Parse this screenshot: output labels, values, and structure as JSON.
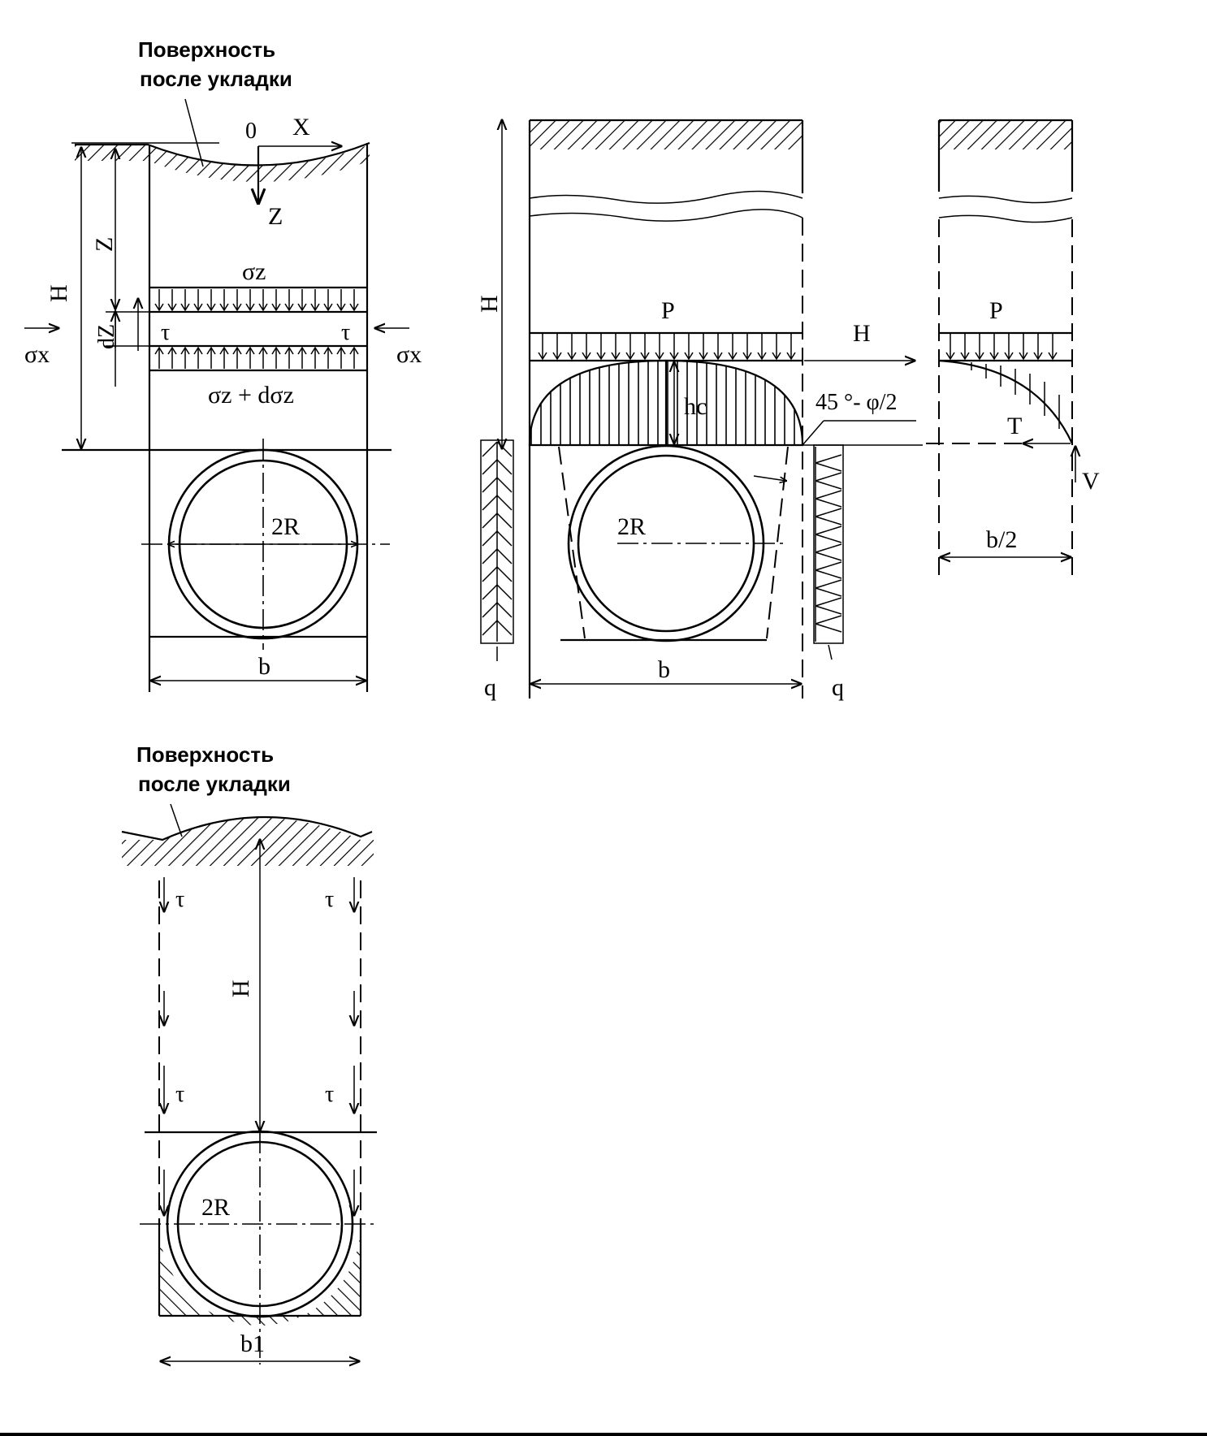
{
  "labels": {
    "surface_line1": "Поверхность",
    "surface_line2": "после укладки",
    "origin": "0",
    "axis_x": "X",
    "axis_z": "Z",
    "z": "Z",
    "h": "H",
    "dz": "dZ",
    "sigma_z": "σz",
    "sigma_z_dsigma": "σz + dσz",
    "sigma_x": "σx",
    "tau": "τ",
    "two_r": "2R",
    "b": "b",
    "p": "P",
    "h_c": "hc",
    "angle": "45 °- φ/2",
    "t": "T",
    "v": "V",
    "b_half": "b/2",
    "q": "q",
    "b1": "b1"
  }
}
